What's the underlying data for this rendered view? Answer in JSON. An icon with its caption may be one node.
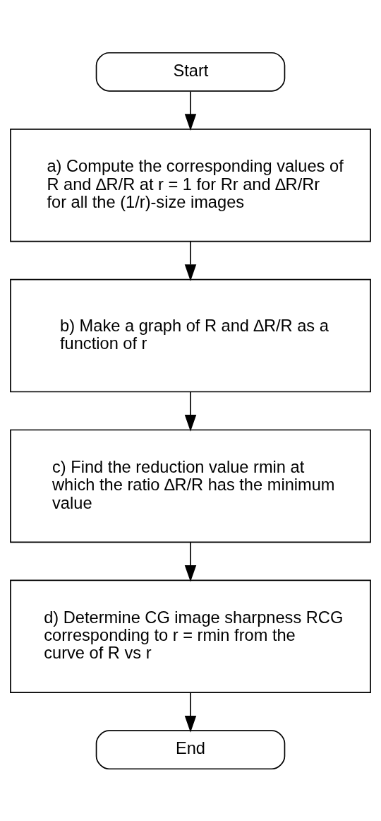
{
  "diagram": {
    "nodes": [
      {
        "text": [
          "Start"
        ]
      },
      {
        "text": [
          "a) Compute the corresponding values of R and ∆R/R at r = 1 for Rr and ∆R/Rr for all the (1/r)-size images"
        ]
      },
      {
        "text": [
          "b) Make a graph of R and ∆R/R as a function of r"
        ]
      },
      {
        "text": [
          "c) Find the reduction value rmin at which the ratio ∆R/R has the minimum value"
        ]
      },
      {
        "text": [
          "d) Determine CG image sharpness RCG corresponding to r = rmin from the curve of R vs r"
        ]
      },
      {
        "text": [
          "End"
        ]
      }
    ],
    "edges": [
      {
        "from": 0,
        "to": 1,
        "arrow": "to"
      },
      {
        "from": 1,
        "to": 2,
        "arrow": "to"
      },
      {
        "from": 2,
        "to": 3,
        "arrow": "to"
      },
      {
        "from": 3,
        "to": 4,
        "arrow": "to"
      },
      {
        "from": 4,
        "to": 5,
        "arrow": "to"
      }
    ]
  }
}
